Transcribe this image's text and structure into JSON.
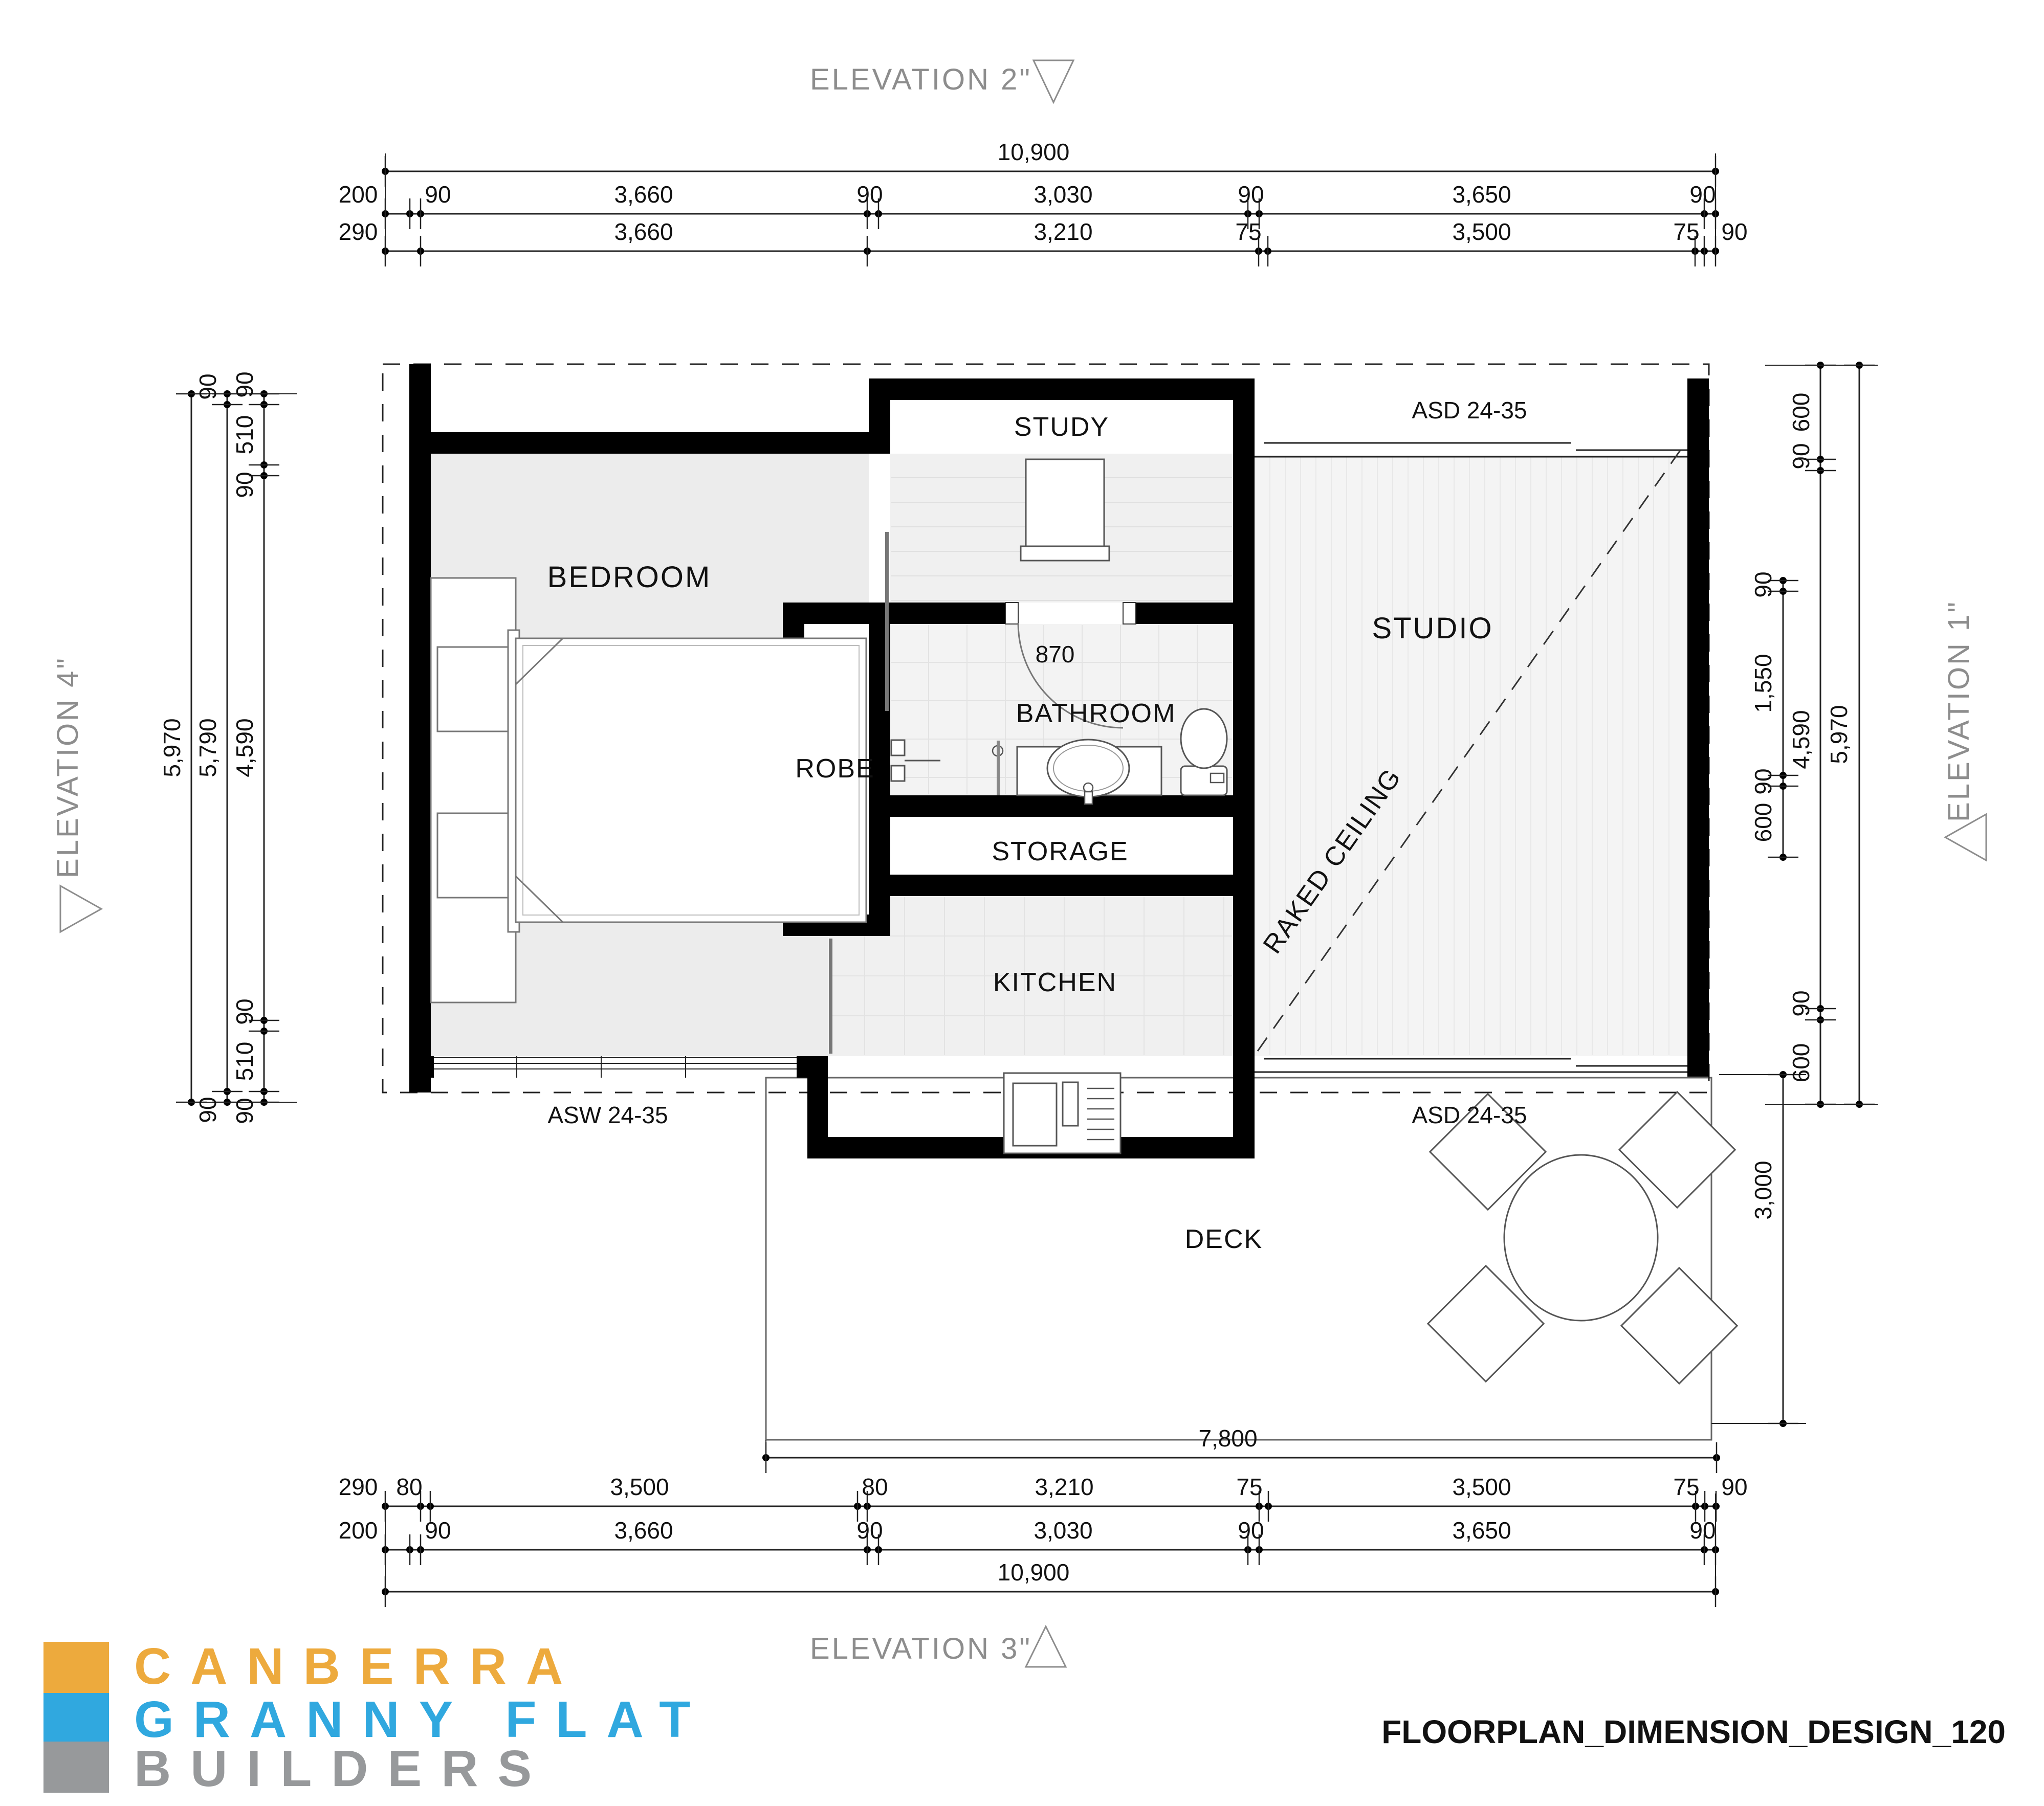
{
  "elevation_markers": {
    "top": "ELEVATION 2\"",
    "right": "ELEVATION 1\"",
    "bottom": "ELEVATION 3\"",
    "left": "ELEVATION 4\""
  },
  "rooms": {
    "bedroom": "BEDROOM",
    "study": "STUDY",
    "robe": "ROBE",
    "bathroom": "BATHROOM",
    "storage": "STORAGE",
    "kitchen": "KITCHEN",
    "studio": "STUDIO",
    "deck": "DECK"
  },
  "annotations": {
    "raked_ceiling": "RAKED CEILING",
    "bathroom_door_width": "870",
    "window_bedroom": "ASW 24-35",
    "door_studio_top": "ASD 24-35",
    "door_studio_bottom": "ASD 24-35"
  },
  "dimensions": {
    "top": {
      "total": "10,900",
      "row2": [
        "200",
        "90",
        "3,660",
        "90",
        "3,030",
        "90",
        "3,650",
        "90"
      ],
      "row3": [
        "290",
        "3,660",
        "3,210",
        "75",
        "3,500",
        "75",
        "90"
      ]
    },
    "bottom": {
      "deck_width": "7,800",
      "row1": [
        "290",
        "80",
        "3,500",
        "80",
        "3,210",
        "75",
        "3,500",
        "75",
        "90"
      ],
      "row2": [
        "200",
        "90",
        "3,660",
        "90",
        "3,030",
        "90",
        "3,650",
        "90"
      ],
      "total": "10,900"
    },
    "left": {
      "overall": "5,970",
      "middle": [
        "90",
        "5,790",
        "90"
      ],
      "inner": [
        "90",
        "510",
        "90",
        "4,590",
        "90",
        "510",
        "90"
      ]
    },
    "right": {
      "overall": "5,970",
      "middle": [
        "600",
        "90",
        "4,590",
        "90",
        "600"
      ],
      "inner": [
        "90",
        "1,550",
        "90",
        "600"
      ],
      "deck_depth": "3,000"
    }
  },
  "logo": {
    "line1": "CANBERRA",
    "line2": "GRANNY FLAT",
    "line3": "BUILDERS",
    "color1": "#EDAA3D",
    "color2": "#30A8DF",
    "color3": "#97999B"
  },
  "title_block": {
    "drawing_name": "FLOORPLAN_DIMENSION_DESIGN_120"
  }
}
